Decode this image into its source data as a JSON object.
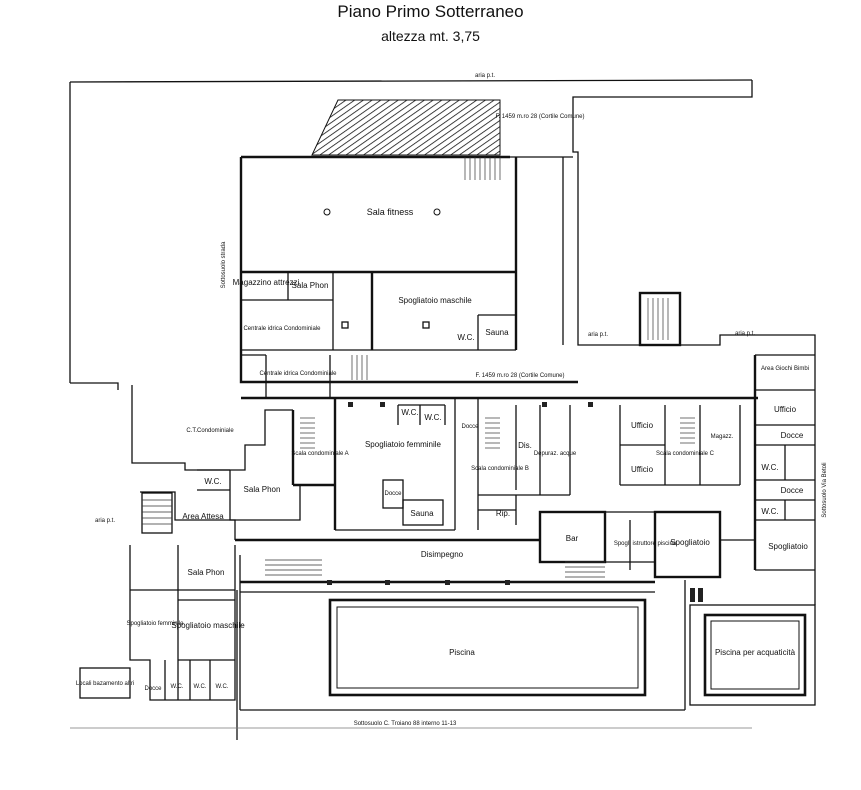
{
  "header": {
    "title": "Piano Primo Sotterraneo",
    "subtitle": "altezza mt. 3,75"
  },
  "rooms": {
    "sala_fitness": "Sala fitness",
    "magazzino": "Magazzino attrezzi",
    "sala_phon_top": "Sala Phon",
    "spogliatoio_maschile_top": "Spogliatoio maschile",
    "sauna_top": "Sauna",
    "wc_top": "W.C.",
    "centrale_idrica_1": "Centrale idrica Condominiale",
    "centrale_idrica_2": "Centrale idrica Condominiale",
    "ct_condominiale": "C.T.Condominiale",
    "scala_condominiale_a": "Scala condominiale A",
    "wc_left": "W.C.",
    "sala_phon_left": "Sala Phon",
    "area_attesa": "Area Attesa",
    "spogliatoio_femminile_mid": "Spogliatoio femminile",
    "wc_mid_1": "W.C.",
    "wc_mid_2": "W.C.",
    "docce_mid": "Docce",
    "docce_small": "Docce",
    "sauna_mid": "Sauna",
    "scala_condominiale_b": "Scala condominiale B",
    "dis": "Dis.",
    "depuraz": "Depuraz. acque",
    "rip": "Rip.",
    "ufficio_1": "Ufficio",
    "ufficio_2": "Ufficio",
    "scala_condominiale_c": "Scala condominiale C",
    "magazz": "Magazz.",
    "area_giochi": "Area Giochi Bimbi",
    "ufficio_right": "Ufficio",
    "docce_right_1": "Docce",
    "wc_right_1": "W.C.",
    "docce_right_2": "Docce",
    "wc_right_2": "W.C.",
    "spogliatoio_right_1": "Spogliatoio",
    "spogliatoio_right_2": "Spogliatoio",
    "bar": "Bar",
    "spogl_istruttore": "Spogl. istruttore piscina",
    "disimpegno": "Disimpegno",
    "sala_phon_bottom": "Sala Phon",
    "spogliatoio_femminile_bottom": "Spogliatoio femminile",
    "spogliatoio_maschile_bottom": "Spogliatoio maschile",
    "docce_bottom": "Docce",
    "wc_bottom_1": "W.C.",
    "wc_bottom_2": "W.C.",
    "wc_bottom_3": "W.C.",
    "locali_bottom": "Locali bazamento altri",
    "piscina": "Piscina",
    "piscina_acquaticita": "Piscina per acquaticità"
  },
  "annotations": {
    "top_label": "aria p.t.",
    "cortile_top": "F. 1459 m.ro 28 (Cortile Comune)",
    "cortile_mid": "F. 1459 m.ro 28 (Cortile Comune)",
    "sottosuolo_left": "Sottosuolo strada",
    "sottosuolo_right": "Sottosuolo Via Betoli",
    "sottosuolo_bottom": "Sottosuolo C. Troiano 88 interno 11-13",
    "left_mark": "aria p.t.",
    "mid_mark_1": "aria p.t.",
    "mid_mark_2": "aria p.t."
  }
}
